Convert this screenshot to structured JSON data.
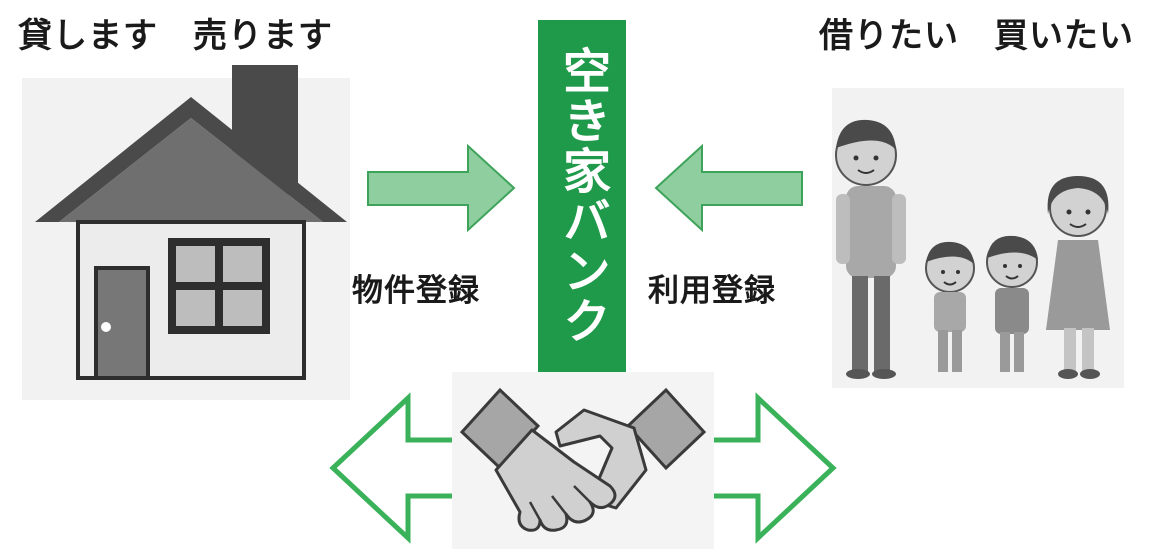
{
  "labels": {
    "offer": "貸します　売ります",
    "want": "借りたい　買いたい",
    "property_registration": "物件登録",
    "user_registration": "利用登録",
    "bank": "空き家バンク"
  },
  "colors": {
    "bank_green": "#1f9a4a",
    "arrow_fill": "#8fcf9f",
    "arrow_stroke": "#3ea35a",
    "outline_arrow": "#3ab25a"
  },
  "icons": {
    "house": "house-icon",
    "family": "family-icon",
    "handshake": "handshake-icon"
  }
}
